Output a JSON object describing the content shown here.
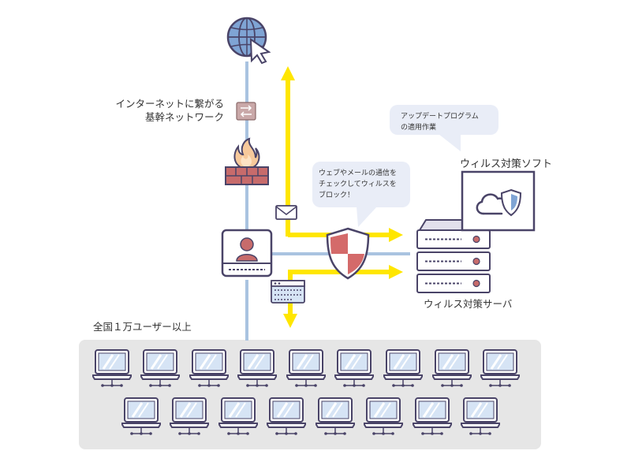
{
  "labels": {
    "backbone_line1": "インターネットに繋がる",
    "backbone_line2": "基幹ネットワーク",
    "users": "全国１万ユーザー以上",
    "software": "ウィルス対策ソフト",
    "server": "ウィルス対策サーバ"
  },
  "bubbles": {
    "update_line1": "アップデートプログラム",
    "update_line2": "の適用作業",
    "check_line1": "ウェブやメールの通信を",
    "check_line2": "チェックしてウィルスを",
    "check_line3": "ブロック！"
  },
  "colors": {
    "line_blue": "#a9c3e0",
    "arrow_yellow": "#ffe600",
    "outline_purple": "#4a4468",
    "panel_gray": "#e6e6e6",
    "bubble_fill": "#e9edf7",
    "shield_red": "#d46a6a"
  },
  "icons": [
    "globe-icon",
    "cursor-icon",
    "switch-icon",
    "fire-icon",
    "firewall-icon",
    "gateway-server-icon",
    "envelope-icon",
    "browser-icon",
    "shield-icon",
    "cloud-icon",
    "rack-server-icon",
    "laptop-icon"
  ]
}
